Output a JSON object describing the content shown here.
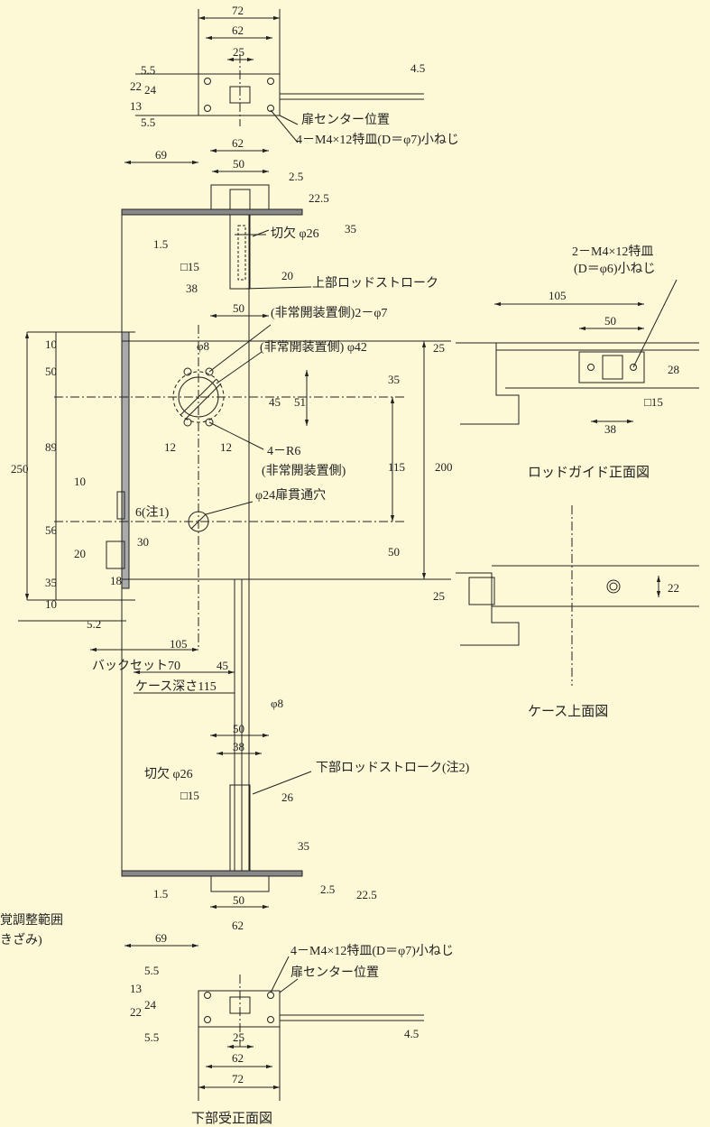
{
  "captions": {
    "rod_guide_front": "ロッドガイド正面図",
    "case_top": "ケース上面図",
    "lower_strike_front": "下部受正面図"
  },
  "notes": {
    "door_center_top": "扉センター位置",
    "screws_top": "4－M4×12特皿(D＝φ7)小ねじ",
    "notch_top": "切欠 φ26",
    "upper_rod_stroke": "上部ロッドストローク",
    "emergency_holes": "(非常開装置側)2－φ7",
    "emergency_bore": "(非常開装置側) φ42",
    "r6_label": "4－R6",
    "r6_side": "(非常開装置側)",
    "through_hole": "φ24扉貫通穴",
    "note1": "6(注1)",
    "backset": "バックセット70",
    "case_depth": "ケース深さ115",
    "notch_bottom": "切欠 φ26",
    "lower_rod_stroke": "下部ロッドストローク(注2)",
    "screws_bottom": "4－M4×12特皿(D＝φ7)小ねじ",
    "door_center_bottom": "扉センター位置",
    "guide_screw_1": "2－M4×12特皿",
    "guide_screw_2": "(D＝φ6)小ねじ",
    "adjust_1": "覚調整範囲",
    "adjust_2": "きざみ)"
  },
  "dims": {
    "d72_top": "72",
    "d62_top": "62",
    "d25_top": "25",
    "d45_top": "4.5",
    "d55a": "5.5",
    "d22a": "22",
    "d13a": "13",
    "d24a": "24",
    "d55b": "5.5",
    "d69_top": "69",
    "d62_mid": "62",
    "d50_mid": "50",
    "d25_mid": "2.5",
    "d225_mid": "22.5",
    "d15_mid": "1.5",
    "d35_mid": "35",
    "sq15_top": "□15",
    "d20_top": "20",
    "d38_top": "38",
    "d50_low": "50",
    "phi8_top": "φ8",
    "d25_r1": "25",
    "d35_r": "35",
    "d45_c": "45",
    "d51_c": "51",
    "d12a": "12",
    "d12b": "12",
    "d115": "115",
    "d200": "200",
    "d50_r": "50",
    "d25_r2": "25",
    "d10a": "10",
    "d50_l": "50",
    "d250": "250",
    "d89": "89",
    "d10b": "10",
    "d56": "56",
    "d20_l": "20",
    "d30_l": "30",
    "d18": "18",
    "d10c": "10",
    "d35_l": "35",
    "d52": "5.2",
    "d105_main": "105",
    "d45_b": "45",
    "phi8_bot": "φ8",
    "d50_bot": "50",
    "d38_bot": "38",
    "sq15_bot": "□15",
    "d26_bot": "26",
    "d35_bot": "35",
    "d15_bot": "1.5",
    "d25_bot": "2.5",
    "d225_bot": "22.5",
    "d50_bot2": "50",
    "d62_bot": "62",
    "d69_bot": "69",
    "d13b": "13",
    "d55c": "5.5",
    "d22b": "22",
    "d24b": "24",
    "d55d": "5.5",
    "d25_bot2": "25",
    "d45_bot": "4.5",
    "d62_bot2": "62",
    "d72_bot": "72",
    "g105": "105",
    "g50": "50",
    "g28": "28",
    "g15": "□15",
    "g38": "38",
    "c22": "22"
  }
}
